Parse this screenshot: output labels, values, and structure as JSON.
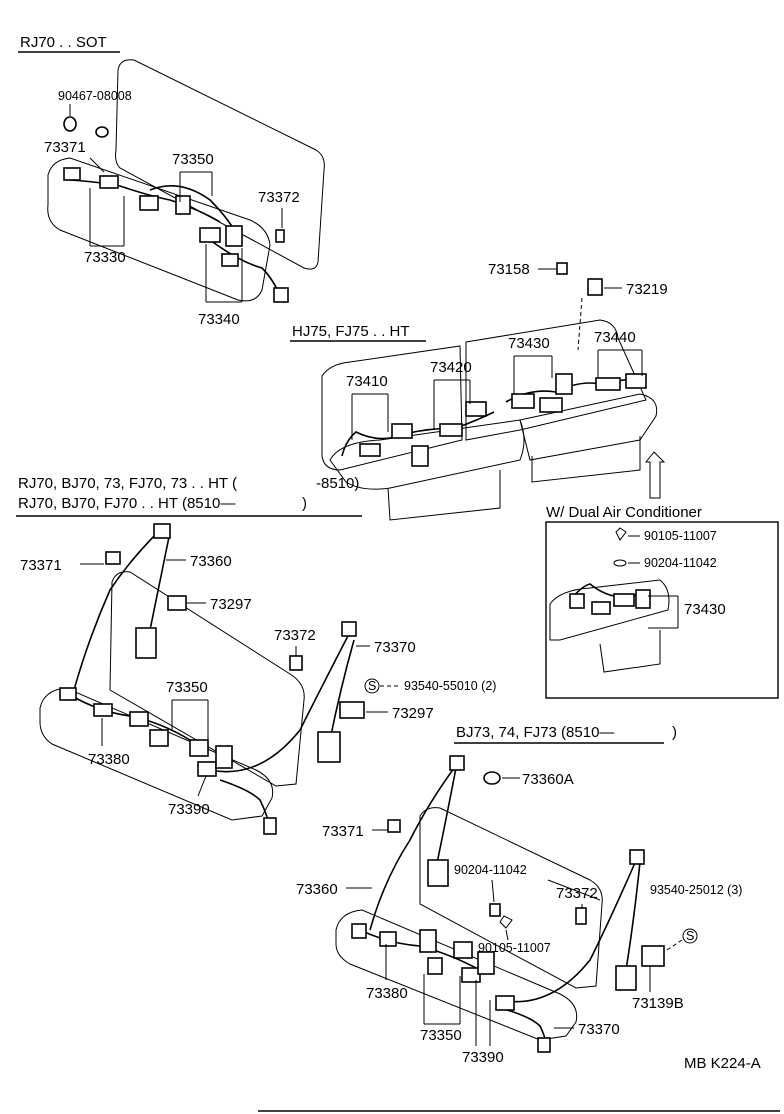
{
  "headers": {
    "rj70_sot": "RJ70 . . SOT",
    "hj75": "HJ75, FJ75 . . HT",
    "rj70_ht_1": "RJ70, BJ70, 73, FJ70, 73 . . HT (",
    "rj70_ht_1_end": "-8510)",
    "rj70_ht_2": "RJ70, BJ70, FJ70 . . HT (8510—",
    "rj70_ht_2_end": ")",
    "bj73": "BJ73, 74, FJ73 (8510—",
    "bj73_end": ")",
    "dual_ac": "W/ Dual Air Conditioner"
  },
  "parts": {
    "p90467": "90467-08008",
    "p73371_a": "73371",
    "p73350_a": "73350",
    "p73372_a": "73372",
    "p73330": "73330",
    "p73340": "73340",
    "p73158": "73158",
    "p73219": "73219",
    "p73430_a": "73430",
    "p73440": "73440",
    "p73410": "73410",
    "p73420": "73420",
    "p90105_a": "90105-11007",
    "p90204_a": "90204-11042",
    "p73430_b": "73430",
    "p73371_b": "73371",
    "p73360_a": "73360",
    "p73297_a": "73297",
    "p73372_b": "73372",
    "p73370_a": "73370",
    "p93540_a": "93540-55010 (2)",
    "p73297_b": "73297",
    "p73350_b": "73350",
    "p73380_a": "73380",
    "p73390_a": "73390",
    "p73360A": "73360A",
    "p73371_c": "73371",
    "p90204_b": "90204-11042",
    "p73372_c": "73372",
    "p93540_b": "93540-25012 (3)",
    "p73360_b": "73360",
    "p90105_b": "90105-11007",
    "p73380_b": "73380",
    "p73139B": "73139B",
    "p73350_c": "73350",
    "p73370_b": "73370",
    "p73390_b": "73390"
  },
  "s_marks": {
    "s1": "S",
    "s2": "S"
  },
  "footer": {
    "code": "MB  K224-A"
  }
}
